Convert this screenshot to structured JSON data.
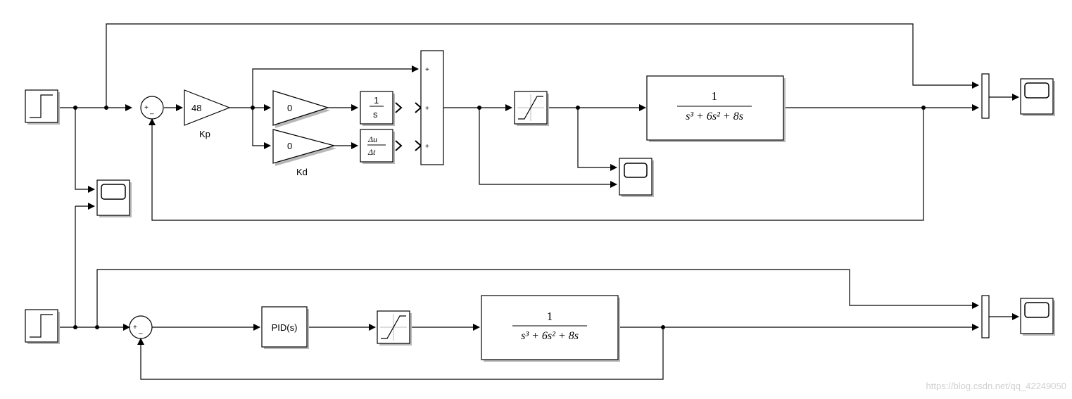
{
  "top": {
    "gain_kp_value": "48",
    "gain_kp_label": "Kp",
    "gain_ki_value": "0",
    "gain_kd_value": "0",
    "gain_kd_label": "Kd",
    "integrator": {
      "num": "1",
      "den": "s"
    },
    "derivative": {
      "num": "Δu",
      "den": "Δt"
    },
    "sum_signs": [
      "+",
      "+",
      "+"
    ],
    "plant": {
      "num": "1",
      "den_html": "s³ + 6s² + 8s"
    }
  },
  "bottom": {
    "pid_label": "PID(s)",
    "plant": {
      "num": "1",
      "den_html": "s³ + 6s² + 8s"
    }
  },
  "comparator_signs": {
    "plus": "+",
    "minus": "_"
  },
  "watermark": "https://blog.csdn.net/qq_42249050"
}
